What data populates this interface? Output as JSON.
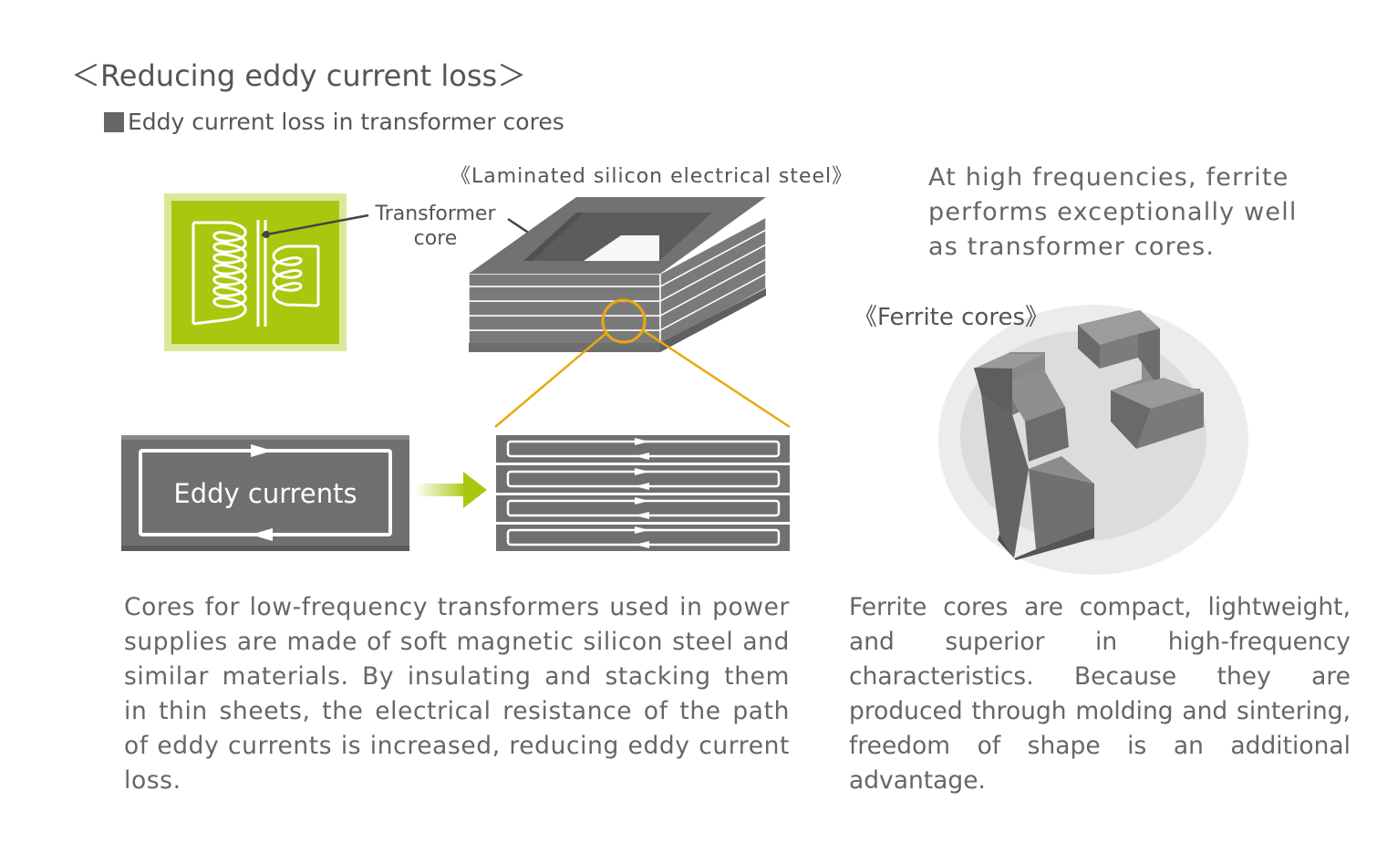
{
  "header": {
    "title": "＜Reducing eddy current loss＞",
    "subtitle": "Eddy current loss in transformer cores"
  },
  "diagram": {
    "laminated_label": "《Laminated silicon electrical steel》",
    "transformer_core_label": "Transformer core",
    "eddy_currents_label": "Eddy currents",
    "ferrite_label": "《Ferrite cores》",
    "high_freq_note": "At high frequencies, ferrite performs exceptionally well as transformer cores."
  },
  "text": {
    "left_paragraph": "Cores for low-frequency transformers used in power supplies are made of soft magnetic silicon steel and similar materials. By insulating and stacking them in thin sheets, the electrical resistance of the path of eddy currents is increased, reducing eddy current loss.",
    "right_paragraph": "Ferrite cores are compact, lightweight, and superior in high-frequency characteristics. Because they are produced through molding and sintering, freedom of shape is an additional advantage."
  },
  "colors": {
    "accent_green": "#a8c80f",
    "accent_orange": "#e9a90f",
    "core_gray": "#6e6e6e",
    "text_gray": "#666666"
  }
}
